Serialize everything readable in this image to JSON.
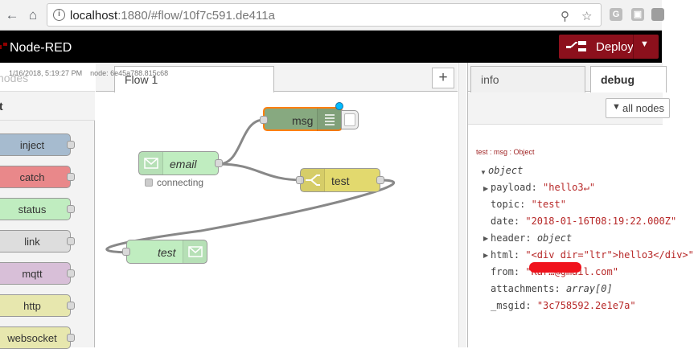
{
  "browser": {
    "url_host": "localhost",
    "url_path": ":1880/#flow/10f7c591.de411a",
    "ext1": "G",
    "ext2": "▣"
  },
  "header": {
    "app_title": "Node-RED",
    "deploy_label": "Deploy",
    "brand_color": "#8c101c"
  },
  "palette": {
    "search_placeholder": "nodes",
    "category": "t",
    "nodes": [
      {
        "label": "inject",
        "color": "#a6bbcf"
      },
      {
        "label": "catch",
        "color": "#e9888a"
      },
      {
        "label": "status",
        "color": "#c0edc0"
      },
      {
        "label": "link",
        "color": "#dddddd"
      },
      {
        "label": "mqtt",
        "color": "#d8bfd8"
      },
      {
        "label": "http",
        "color": "#e7e7ae"
      },
      {
        "label": "websocket",
        "color": "#e7e7ae"
      }
    ]
  },
  "workspace": {
    "tab_label": "Flow 1",
    "add_label": "+",
    "nodes": {
      "msg": {
        "label": "msg",
        "color": "#87a980"
      },
      "email_in": {
        "label": "email",
        "color": "#c0edc0",
        "status": "connecting"
      },
      "test_switch": {
        "label": "test",
        "color": "#e2d96e"
      },
      "test_email_out": {
        "label": "test",
        "color": "#c0edc0"
      }
    }
  },
  "sidebar": {
    "tab_info": "info",
    "tab_debug": "debug",
    "filter_label": "all nodes",
    "debug": {
      "timestamp": "1/16/2018, 5:19:27 PM",
      "node_id": "node: 6e45a788.815c68",
      "topic_line": "test : msg : Object",
      "root": "object",
      "rows": [
        {
          "key": "payload",
          "value": "\"hello3↵\"",
          "type": "string",
          "expandable": true
        },
        {
          "key": "topic",
          "value": "\"test\"",
          "type": "string",
          "expandable": false
        },
        {
          "key": "date",
          "value": "\"2018-01-16T08:19:22.000Z\"",
          "type": "string",
          "expandable": false
        },
        {
          "key": "header",
          "value": "object",
          "type": "object",
          "expandable": true
        },
        {
          "key": "html",
          "value": "\"<div dir=\"ltr\">hello3</div>\"",
          "type": "string",
          "expandable": true
        },
        {
          "key": "from",
          "value": "\"Kar…@gmail.com\"",
          "type": "string",
          "expandable": false
        },
        {
          "key": "attachments",
          "value": "array[0]",
          "type": "object",
          "expandable": false
        },
        {
          "key": "_msgid",
          "value": "\"3c758592.2e1e7a\"",
          "type": "string",
          "expandable": false
        }
      ]
    }
  }
}
